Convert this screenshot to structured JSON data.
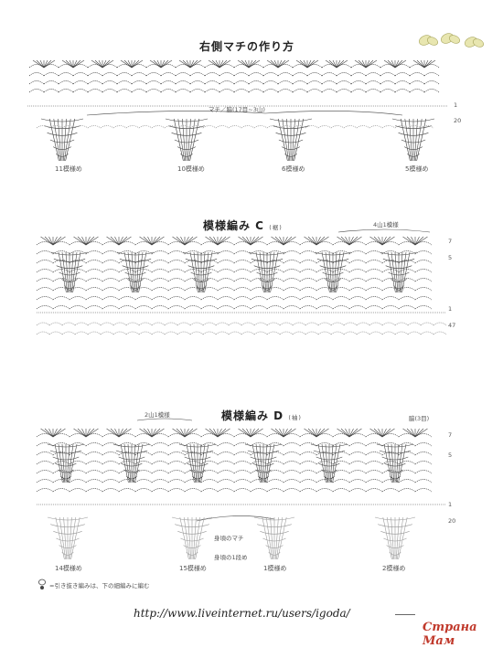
{
  "section1": {
    "title": "右側マチの作り方",
    "annotation": "マチ／脇(17目~3山)",
    "row_numbers": [
      "1",
      "20"
    ],
    "labels": [
      "11模様め",
      "10模様め",
      "6模様め",
      "5模様め"
    ]
  },
  "section2": {
    "title": "模様編み C",
    "title_note": "(裾)",
    "repeat_label": "4山1模様",
    "row_numbers": [
      "7",
      "5",
      "1",
      "47"
    ]
  },
  "section3": {
    "title": "模様編み D",
    "title_note": "(袖)",
    "repeat_label": "2山1模様",
    "side_label": "脇(3目)",
    "row_numbers": [
      "7",
      "5",
      "1",
      "20"
    ],
    "inner_labels": [
      "身頃のマチ",
      "身頃の1段め"
    ],
    "bottom_labels": [
      "14模様め",
      "15模様め",
      "1模様め",
      "2模様め"
    ]
  },
  "legend": "=引き抜き編みは、下の細編みに編む",
  "footer_url": "http://www.liveinternet.ru/users/igoda/",
  "watermark": "Страна Мам",
  "colors": {
    "line": "#444444",
    "faint": "#9a9a9a",
    "watermark": "#c0392b",
    "butterfly": "#c9c98a"
  }
}
